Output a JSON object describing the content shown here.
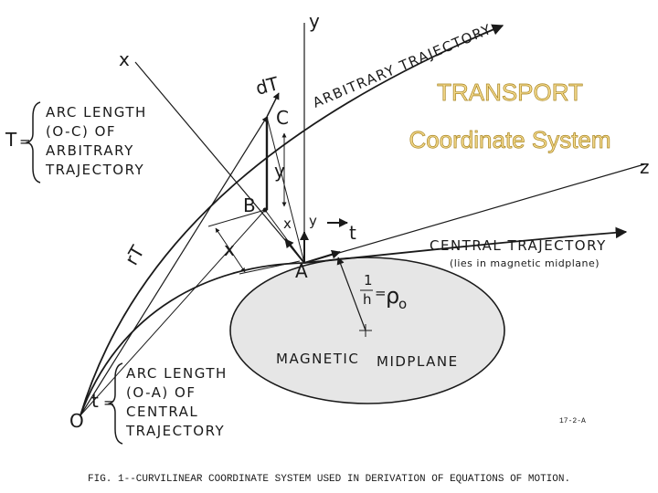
{
  "overlay": {
    "title": "TRANSPORT",
    "subtitle": "Coordinate System",
    "color_fill": "#f3d98c",
    "color_outline": "#a88420"
  },
  "axes": {
    "x": "x",
    "y": "y",
    "z": "z"
  },
  "trajectories": {
    "arbitrary": "ARBITRARY TRAJECTORY",
    "central": "CENTRAL TRAJECTORY",
    "central_note": "(lies in magnetic midplane)"
  },
  "points": {
    "O": "O",
    "A": "A",
    "B": "B",
    "C": "C"
  },
  "vectors": {
    "dT": "dT",
    "rT": "rT",
    "t": "t",
    "x_hat": "x",
    "y_hat": "y"
  },
  "dimensions": {
    "x": "x",
    "y": "y"
  },
  "T_definition": {
    "symbol": "T",
    "equals": "=",
    "lines": [
      "ARC LENGTH",
      "(O-C) OF",
      "ARBITRARY",
      "TRAJECTORY"
    ]
  },
  "t_definition": {
    "symbol": "t",
    "equals": "=",
    "lines": [
      "ARC LENGTH",
      "(O-A) OF",
      "CENTRAL",
      "TRAJECTORY"
    ]
  },
  "radius": {
    "numerator": "1",
    "denominator": "h",
    "equals": "=",
    "rho": "ρ",
    "sub": "o"
  },
  "midplane": {
    "line1": "MAGNETIC",
    "line2": "MIDPLANE"
  },
  "figure_code": "17-2-A",
  "caption": "FIG. 1--CURVILINEAR COORDINATE SYSTEM USED IN DERIVATION OF EQUATIONS OF MOTION."
}
